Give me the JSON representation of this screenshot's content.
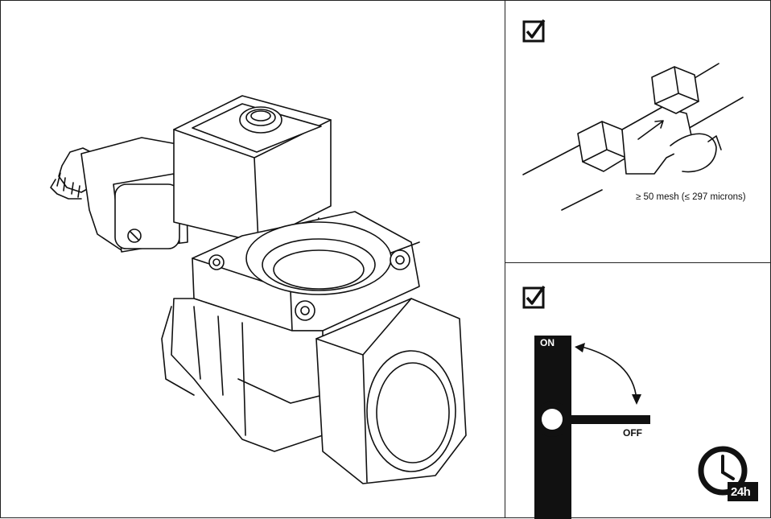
{
  "filter_panel": {
    "mesh_label": "≥ 50 mesh (≤ 297 microns)"
  },
  "switch_panel": {
    "on_label": "ON",
    "off_label": "OFF",
    "duration_label": "24h"
  },
  "icons": {
    "check": "checkbox-checked-icon",
    "clock": "clock-icon"
  }
}
